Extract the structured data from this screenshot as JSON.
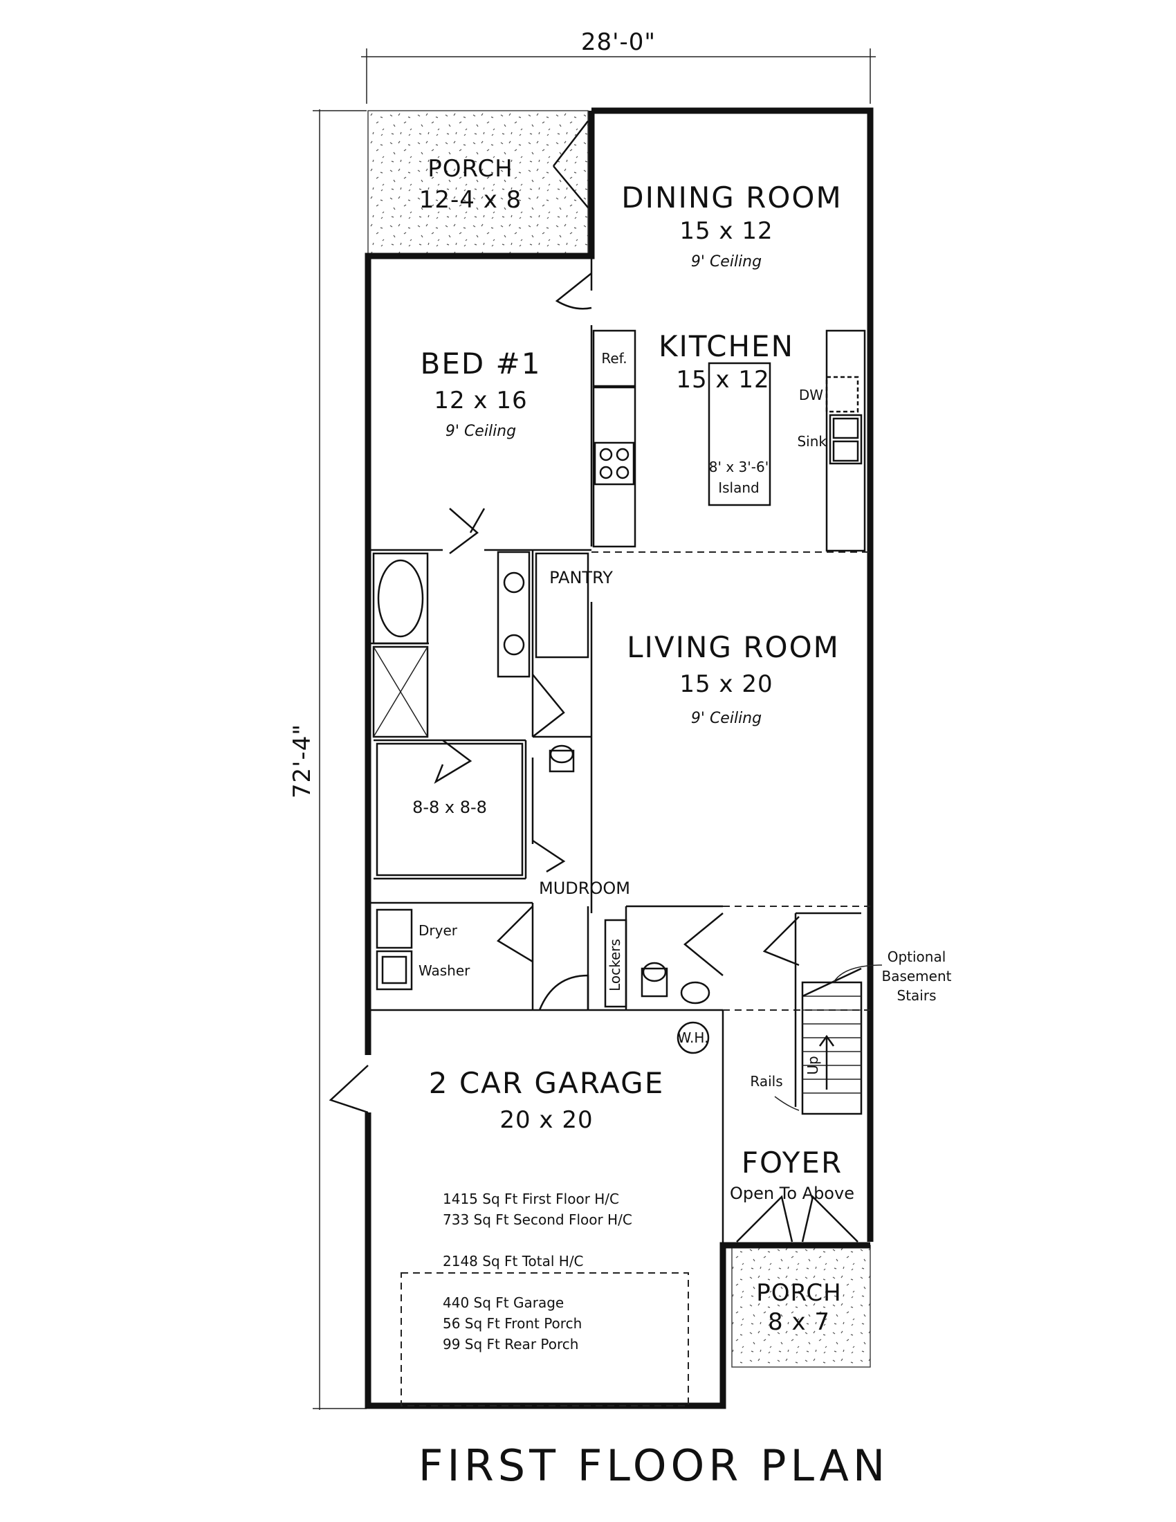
{
  "title": "FIRST FLOOR PLAN",
  "dimensions": {
    "width": "28'-0\"",
    "depth": "72'-4\""
  },
  "rooms": {
    "porch_rear": {
      "name": "PORCH",
      "size": "12-4 x 8"
    },
    "dining": {
      "name": "DINING ROOM",
      "size": "15 x 12",
      "ceiling": "9' Ceiling"
    },
    "kitchen": {
      "name": "KITCHEN",
      "size": "15 x 12"
    },
    "bed1": {
      "name": "BED #1",
      "size": "12 x 16",
      "ceiling": "9' Ceiling"
    },
    "closet": {
      "size": "8-8 x 8-8"
    },
    "pantry": {
      "name": "PANTRY"
    },
    "living": {
      "name": "LIVING ROOM",
      "size": "15 x 20",
      "ceiling": "9' Ceiling"
    },
    "mudroom": {
      "name": "MUDROOM"
    },
    "garage": {
      "name": "2 CAR GARAGE",
      "size": "20 x 20"
    },
    "foyer": {
      "name": "FOYER",
      "note": "Open To Above"
    },
    "porch_front": {
      "name": "PORCH",
      "size": "8 x 7"
    }
  },
  "fixtures": {
    "ref": "Ref.",
    "dw": "DW",
    "sink": "Sink",
    "island_size": "8' x 3'-6'",
    "island": "Island",
    "dryer": "Dryer",
    "washer": "Washer",
    "lockers": "Lockers",
    "wh": "W.H.",
    "up": "Up",
    "rails": "Rails",
    "basement": [
      "Optional",
      "Basement",
      "Stairs"
    ]
  },
  "stats": {
    "first_floor": "1415 Sq Ft First Floor H/C",
    "second_floor": "733 Sq Ft Second Floor H/C",
    "total": "2148 Sq Ft Total H/C",
    "garage": "440 Sq Ft Garage",
    "front_porch": "56 Sq Ft Front Porch",
    "rear_porch": "99 Sq Ft Rear Porch"
  }
}
